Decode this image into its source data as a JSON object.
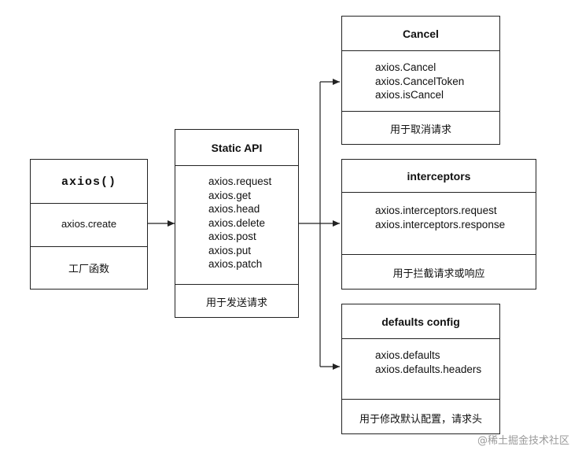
{
  "axios_box": {
    "title": "axios()",
    "create": "axios.create",
    "desc": "工厂函数"
  },
  "static_api": {
    "title": "Static API",
    "items": [
      "axios.request",
      "axios.get",
      "axios.head",
      "axios.delete",
      "axios.post",
      "axios.put",
      "axios.patch"
    ],
    "desc": "用于发送请求"
  },
  "cancel": {
    "title": "Cancel",
    "items": [
      "axios.Cancel",
      "axios.CancelToken",
      "axios.isCancel"
    ],
    "desc": "用于取消请求"
  },
  "interceptors": {
    "title": "interceptors",
    "items": [
      "axios.interceptors.request",
      "axios.interceptors.response"
    ],
    "desc": "用于拦截请求或响应"
  },
  "defaults": {
    "title": "defaults config",
    "items": [
      "axios.defaults",
      "axios.defaults.headers"
    ],
    "desc": "用于修改默认配置，请求头"
  },
  "watermark": "@稀土掘金技术社区",
  "colors": {
    "line": "#222222",
    "watermark": "#9a9a9a"
  }
}
